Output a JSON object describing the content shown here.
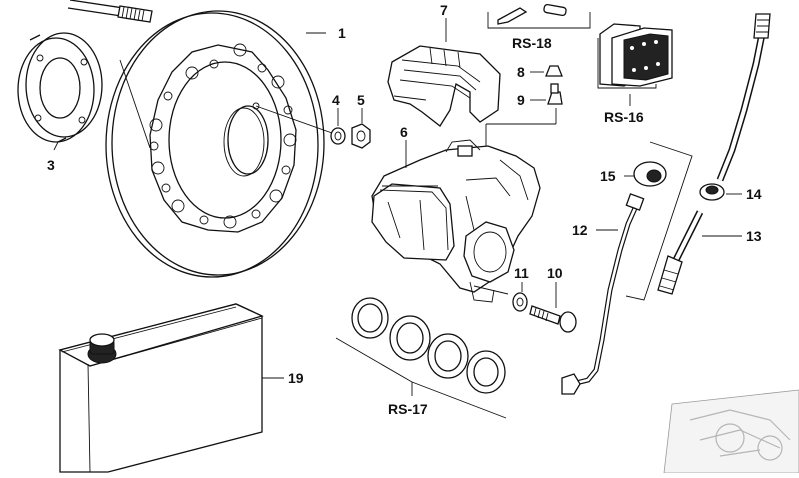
{
  "labels": {
    "p1": "1",
    "p3": "3",
    "p4": "4",
    "p5": "5",
    "p6": "6",
    "p7": "7",
    "p8": "8",
    "p9": "9",
    "p10": "10",
    "p11": "11",
    "p12": "12",
    "p13": "13",
    "p14": "14",
    "p15": "15",
    "p19": "19",
    "rs16": "RS-16",
    "rs17": "RS-17",
    "rs18": "RS-18"
  },
  "icons": {
    "thumbnail": "motorcycle-thumbnail-icon"
  }
}
